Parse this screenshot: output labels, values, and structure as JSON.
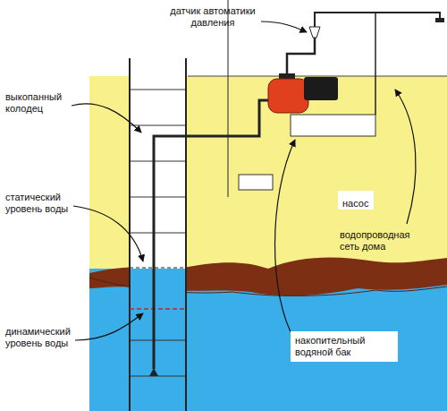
{
  "diagram": {
    "nodes": [
      {
        "text": [
          "насос"
        ]
      },
      {
        "text": [
          "накопительный водяной бак"
        ]
      }
    ],
    "labels": [
      "датчик автоматики давления",
      "выкопанный колодец",
      "статический уровень воды",
      "динамический уровень воды",
      "водопроводная сеть дома"
    ]
  }
}
